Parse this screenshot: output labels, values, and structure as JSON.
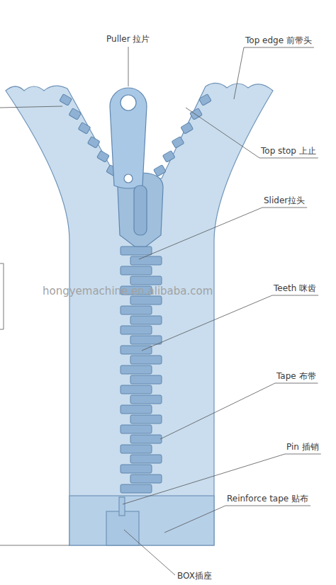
{
  "diagram": {
    "labels": [
      "Puller 拉片",
      "Top edge 前带头",
      "Top stop 上止",
      "Slider拉头",
      "Teeth 咪齿",
      "Tape 布带",
      "Pin 插销",
      "Reinforce tape 贴布",
      "BOX插座",
      "hongyemachine.en.alibaba.com"
    ]
  }
}
